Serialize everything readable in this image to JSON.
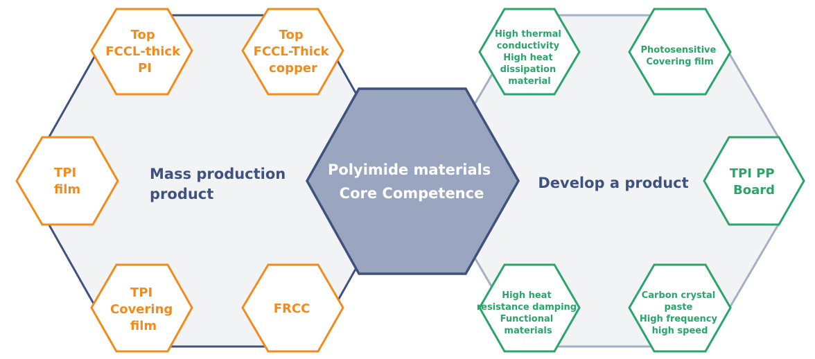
{
  "core": {
    "lines": [
      "Polyimide materials",
      "Core Competence"
    ]
  },
  "mass_production": {
    "label_lines": [
      "Mass production",
      "product"
    ],
    "items": [
      {
        "lines": [
          "Top",
          "FCCL-thick",
          "PI"
        ]
      },
      {
        "lines": [
          "Top",
          "FCCL-Thick",
          "copper"
        ]
      },
      {
        "lines": [
          "TPI",
          "film"
        ]
      },
      {
        "lines": [
          "TPI",
          "Covering",
          "film"
        ]
      },
      {
        "lines": [
          "FRCC"
        ]
      }
    ]
  },
  "develop": {
    "label_lines": [
      "Develop a product"
    ],
    "items": [
      {
        "lines": [
          "High thermal",
          "conductivity",
          "High heat",
          "dissipation",
          "material"
        ]
      },
      {
        "lines": [
          "Photosensitive",
          "Covering film"
        ]
      },
      {
        "lines": [
          "TPI PP",
          "Board"
        ]
      },
      {
        "lines": [
          "High heat",
          "resistance damping",
          "Functional",
          "materials"
        ]
      },
      {
        "lines": [
          "Carbon crystal",
          "paste",
          "High frequency",
          "high speed"
        ]
      }
    ]
  },
  "colors": {
    "orange": "#f28b1c",
    "green": "#2aa56a",
    "navy": "#3f527f",
    "core_fill": "#9aa6bf",
    "big_fill": "#f2f3f5",
    "connector_right": "#a7afc6"
  }
}
